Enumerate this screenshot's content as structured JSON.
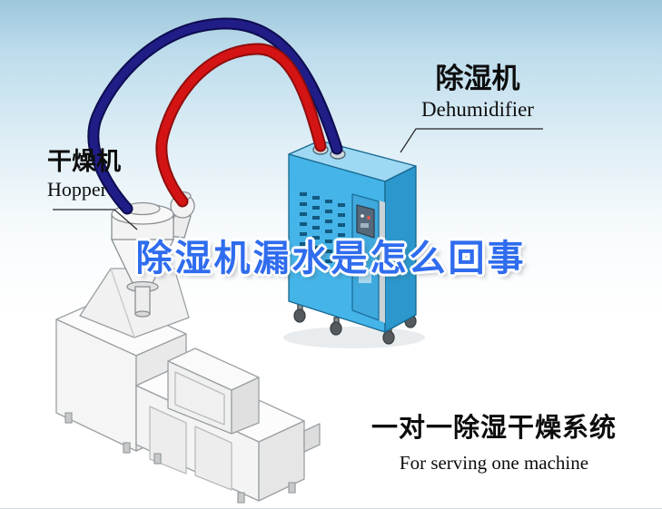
{
  "page": {
    "background_top": "#9dc6db",
    "background_bottom": "#ffffff"
  },
  "labels": {
    "hopper": {
      "cn": "干燥机",
      "en": "Hopper"
    },
    "dehumidifier": {
      "cn": "除湿机",
      "en": "Dehumidifier"
    }
  },
  "headline": {
    "text": "除湿机漏水是怎么回事",
    "color": "#2f6cee"
  },
  "caption": {
    "cn": "一对一除湿干燥系统",
    "en": "For serving one machine"
  },
  "illustration": {
    "hose_red": "#d41414",
    "hose_navy": "#201d86",
    "cabinet_blue": "#45b4e8",
    "machine_white": "#f4f4f4"
  }
}
